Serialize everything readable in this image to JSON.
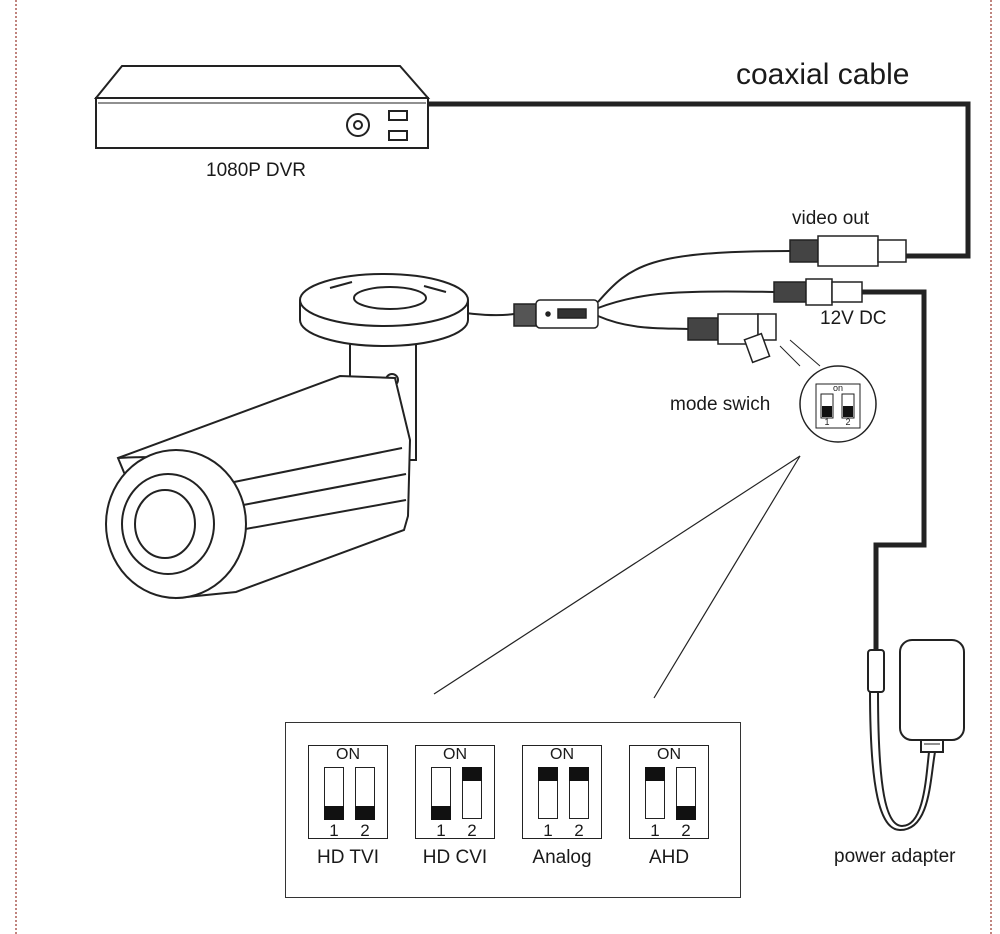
{
  "labels": {
    "cable": "coaxial cable",
    "dvr": "1080P DVR",
    "video_out": "video out",
    "dc_power": "12V DC",
    "mode_switch": "mode swich",
    "power_adapter": "power adapter"
  },
  "mini_switch": {
    "on_label": "on",
    "numbers": [
      "1",
      "2"
    ]
  },
  "modes": [
    {
      "name": "HD TVI",
      "on_label": "ON",
      "switch_1": "off",
      "switch_2": "off",
      "numbers": [
        "1",
        "2"
      ]
    },
    {
      "name": "HD CVI",
      "on_label": "ON",
      "switch_1": "off",
      "switch_2": "on",
      "numbers": [
        "1",
        "2"
      ]
    },
    {
      "name": "Analog",
      "on_label": "ON",
      "switch_1": "on",
      "switch_2": "on",
      "numbers": [
        "1",
        "2"
      ]
    },
    {
      "name": "AHD",
      "on_label": "ON",
      "switch_1": "on",
      "switch_2": "off",
      "numbers": [
        "1",
        "2"
      ]
    }
  ]
}
